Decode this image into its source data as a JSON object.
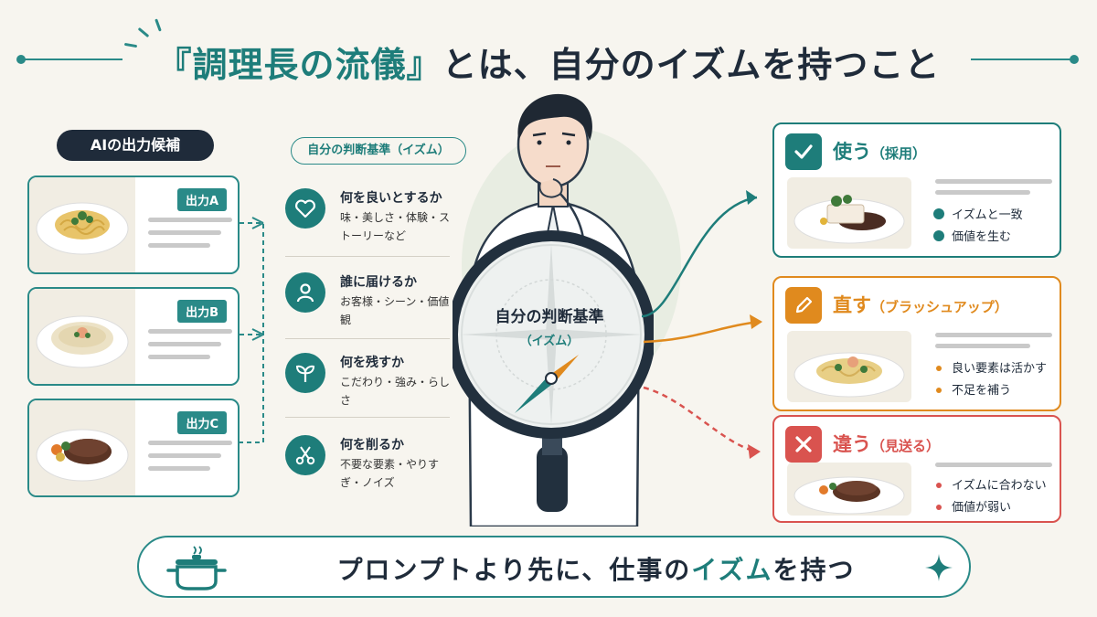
{
  "title": {
    "prefix": "『調理長の流儀』",
    "suffix": "とは、自分のイズムを持つこと"
  },
  "candidates": {
    "label": "AIの出力候補",
    "items": [
      {
        "badge": "出力A",
        "icon": "pasta-dish-image"
      },
      {
        "badge": "出力B",
        "icon": "soup-dish-image"
      },
      {
        "badge": "出力C",
        "icon": "steak-dish-image"
      }
    ]
  },
  "criteria": {
    "label": "自分の判断基準（イズム）",
    "items": [
      {
        "title": "何を良いとするか",
        "desc": "味・美しさ・体験・ストーリーなど",
        "icon": "heart-icon"
      },
      {
        "title": "誰に届けるか",
        "desc": "お客様・シーン・価値観",
        "icon": "person-icon"
      },
      {
        "title": "何を残すか",
        "desc": "こだわり・強み・らしさ",
        "icon": "sprout-icon"
      },
      {
        "title": "何を削るか",
        "desc": "不要な要素・やりすぎ・ノイズ",
        "icon": "scissors-icon"
      }
    ]
  },
  "lens": {
    "line1": "自分の判断基準",
    "line2": "（イズム）"
  },
  "results": [
    {
      "title": "使う",
      "sub": "（採用）",
      "color": "#1e7d7a",
      "icon": "check-icon",
      "points": [
        "イズムと一致",
        "価値を生む"
      ]
    },
    {
      "title": "直す",
      "sub": "（ブラッシュアップ）",
      "color": "#e08a1e",
      "icon": "pencil-icon",
      "points": [
        "良い要素は活かす",
        "不足を補う"
      ]
    },
    {
      "title": "違う",
      "sub": "（見送る）",
      "color": "#d9534f",
      "icon": "x-icon",
      "points": [
        "イズムに合わない",
        "価値が弱い"
      ]
    }
  ],
  "banner": {
    "prefix": "プロンプトより先に、仕事の",
    "accent": "イズム",
    "suffix": "を持つ",
    "icon": "cooking-pot-icon"
  }
}
